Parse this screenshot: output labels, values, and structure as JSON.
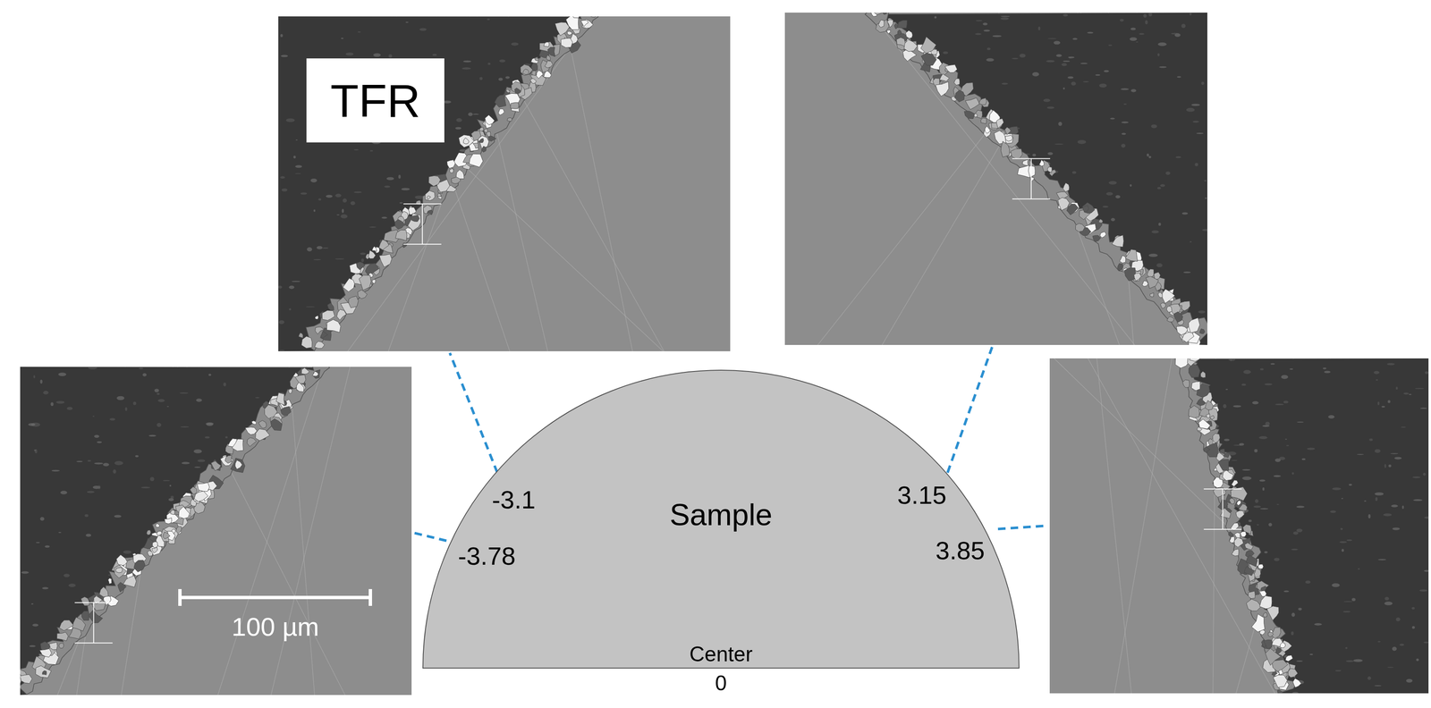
{
  "diagram": {
    "nodes": [
      {
        "text": [
          "TFR"
        ]
      },
      {
        "text": [
          "Sample"
        ]
      }
    ],
    "labels": [
      "-3.1",
      "-3.78",
      "3.15",
      "3.85",
      "Center",
      "0",
      "100 µm"
    ]
  }
}
